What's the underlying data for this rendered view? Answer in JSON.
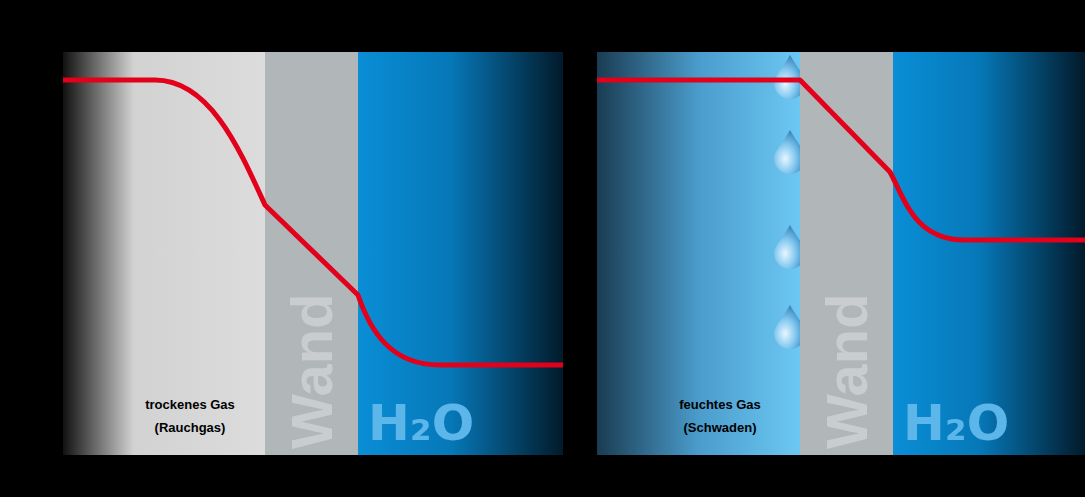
{
  "diagram": {
    "nodes": [
      {
        "text": [
          "trockenes Gas (Rauchgas)"
        ]
      },
      {
        "text": [
          "Wand"
        ]
      },
      {
        "text": [
          "H₂O"
        ]
      },
      {
        "text": [
          "feuchtes Gas (Schwaden)"
        ]
      },
      {
        "text": [
          "Wand"
        ]
      },
      {
        "text": [
          "H₂O"
        ]
      }
    ]
  }
}
